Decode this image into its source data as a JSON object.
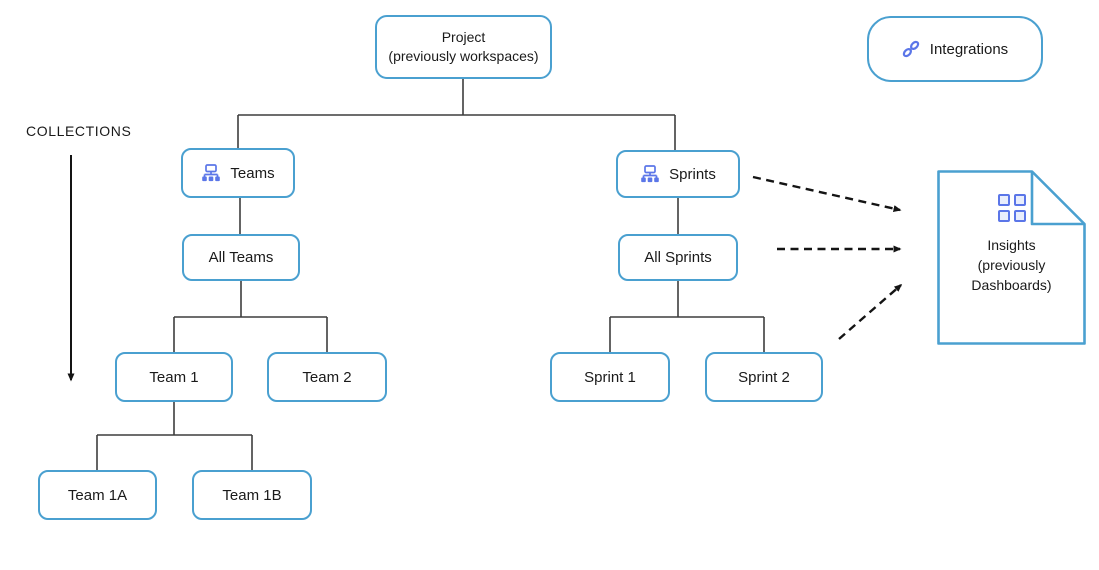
{
  "colors": {
    "box_border": "#4AA0D0",
    "icon_blue": "#5B76E8",
    "connector": "#3d3d3d",
    "arrow": "#141414",
    "text": "#1a1a1a"
  },
  "labels": {
    "collections": "COLLECTIONS"
  },
  "integrations": {
    "label": "Integrations",
    "icon": "link-icon"
  },
  "nodes": {
    "project": {
      "line1": "Project",
      "line2": "(previously workspaces)"
    },
    "teams": {
      "label": "Teams",
      "icon": "org-chart-icon"
    },
    "sprints": {
      "label": "Sprints",
      "icon": "org-chart-icon"
    },
    "all_teams": {
      "label": "All Teams"
    },
    "all_sprints": {
      "label": "All Sprints"
    },
    "team_1": {
      "label": "Team 1"
    },
    "team_2": {
      "label": "Team 2"
    },
    "team_1a": {
      "label": "Team 1A"
    },
    "team_1b": {
      "label": "Team 1B"
    },
    "sprint_1": {
      "label": "Sprint 1"
    },
    "sprint_2": {
      "label": "Sprint 2"
    }
  },
  "insights": {
    "line1": "Insights",
    "line2": "(previously",
    "line3": "Dashboards)",
    "icon": "grid-icon"
  }
}
